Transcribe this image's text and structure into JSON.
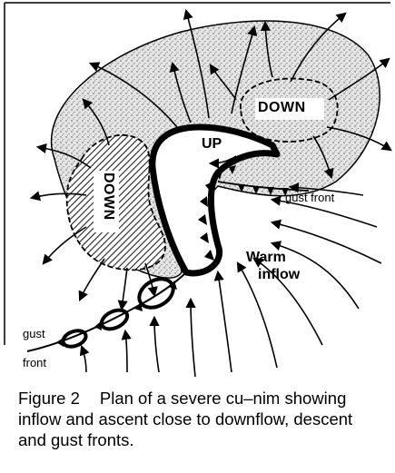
{
  "labels": {
    "down_upper": "DOWN",
    "down_left": "DOWN",
    "up": "UP",
    "gust_front_right": "gust front",
    "warm": "Warm",
    "inflow": "inflow",
    "gust_left": "gust",
    "front_left": "front"
  },
  "caption": {
    "number": "Figure 2",
    "text": "Plan of a severe cu–nim showing inflow and ascent close to downflow, descent and gust fronts."
  },
  "colors": {
    "stipple_fill": "#e4e4e4",
    "line": "#000000",
    "background": "#ffffff"
  }
}
